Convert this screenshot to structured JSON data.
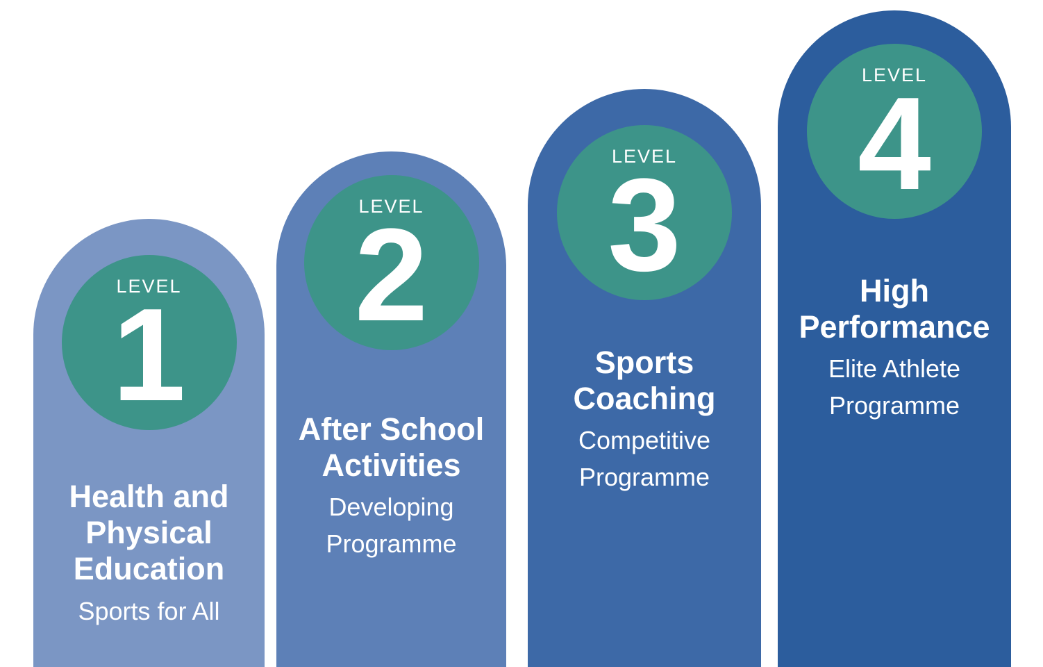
{
  "diagram": {
    "background_color": "#ffffff",
    "text_color": "#ffffff",
    "badge_color": "#3d9489",
    "levels": [
      {
        "label": "LEVEL",
        "number": "1",
        "title": "Health and Physical Education",
        "subtitle": "Sports for All",
        "color": "#7b96c4"
      },
      {
        "label": "LEVEL",
        "number": "2",
        "title": "After School Activities",
        "subtitle": "Developing Programme",
        "color": "#5d80b7"
      },
      {
        "label": "LEVEL",
        "number": "3",
        "title": "Sports Coaching",
        "subtitle": "Competitive Programme",
        "color": "#3d69a7"
      },
      {
        "label": "LEVEL",
        "number": "4",
        "title": "High Performance",
        "subtitle": "Elite Athlete Programme",
        "color": "#2c5d9d"
      }
    ]
  }
}
